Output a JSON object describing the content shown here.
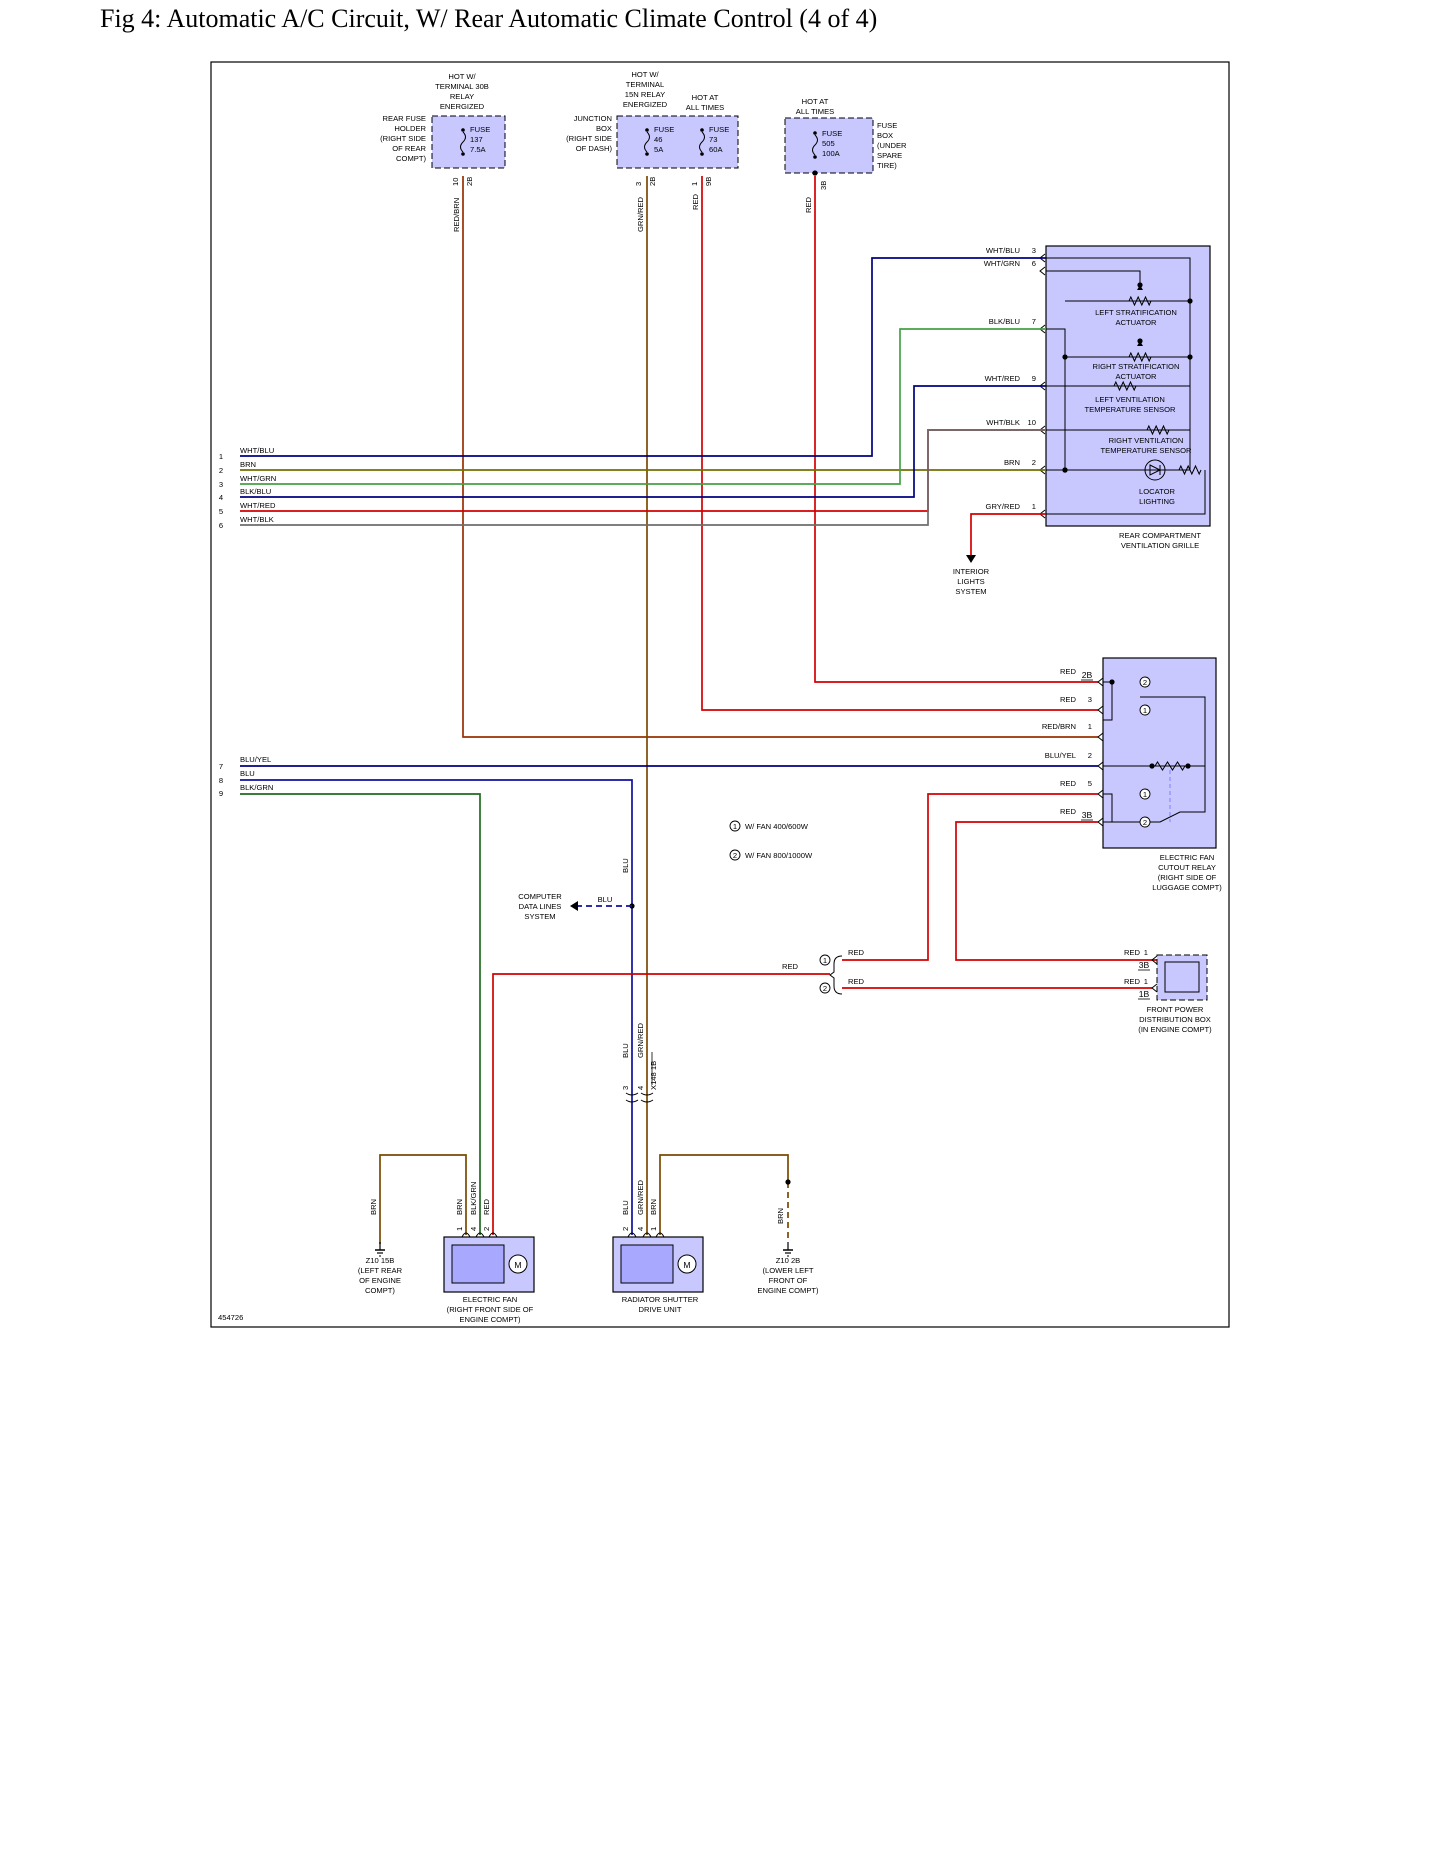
{
  "title": "Fig 4: Automatic A/C Circuit, W/ Rear Automatic Climate Control (4 of 4)",
  "diagram_id": "454726",
  "colors": {
    "box_fill": "#c8c8ff",
    "red": "#d40000",
    "brown": "#7a4a00",
    "red_brown": "#9a3000",
    "blue": "#1010a0",
    "dark_blue": "#000080",
    "green": "#46a046",
    "dark_green": "#1f6b1f",
    "olive": "#707000",
    "gray": "#6d6d6d",
    "black": "#000000"
  },
  "components": {
    "rear_fuse_holder": {
      "hot": [
        "HOT W/",
        "TERMINAL 30B",
        "RELAY",
        "ENERGIZED"
      ],
      "location": [
        "REAR FUSE",
        "HOLDER",
        "(RIGHT SIDE",
        "OF REAR",
        "COMPT)"
      ],
      "fuse": [
        "FUSE",
        "137",
        "7.5A"
      ],
      "pins": [
        "10",
        "2B"
      ]
    },
    "junction_box": {
      "hot_a": [
        "HOT W/",
        "TERMINAL",
        "15N RELAY",
        "ENERGIZED"
      ],
      "hot_b": [
        "HOT AT",
        "ALL TIMES"
      ],
      "location": [
        "JUNCTION",
        "BOX",
        "(RIGHT SIDE",
        "OF DASH)"
      ],
      "fuse_a": [
        "FUSE",
        "46",
        "5A"
      ],
      "fuse_b": [
        "FUSE",
        "73",
        "60A"
      ],
      "pins_a": [
        "3",
        "2B"
      ],
      "pins_b": [
        "1",
        "9B"
      ]
    },
    "fuse_box_spare": {
      "hot": [
        "HOT AT",
        "ALL TIMES"
      ],
      "location": [
        "FUSE",
        "BOX",
        "(UNDER",
        "SPARE",
        "TIRE)"
      ],
      "fuse": [
        "FUSE",
        "505",
        "100A"
      ],
      "pin": "3B"
    },
    "vent_grille": {
      "name": [
        "REAR COMPARTMENT",
        "VENTILATION GRILLE"
      ],
      "left_strat": [
        "LEFT STRATIFICATION",
        "ACTUATOR"
      ],
      "right_strat": [
        "RIGHT STRATIFICATION",
        "ACTUATOR"
      ],
      "left_vent": [
        "LEFT VENTILATION",
        "TEMPERATURE SENSOR"
      ],
      "right_vent": [
        "RIGHT VENTILATION",
        "TEMPERATURE SENSOR"
      ],
      "locator": [
        "LOCATOR",
        "LIGHTING"
      ],
      "pins": [
        {
          "wire": "WHT/BLU",
          "pin": "3"
        },
        {
          "wire": "WHT/GRN",
          "pin": "6"
        },
        {
          "wire": "BLK/BLU",
          "pin": "7"
        },
        {
          "wire": "WHT/RED",
          "pin": "9"
        },
        {
          "wire": "WHT/BLK",
          "pin": "10"
        },
        {
          "wire": "BRN",
          "pin": "2"
        },
        {
          "wire": "GRY/RED",
          "pin": "1"
        }
      ]
    },
    "interior_lights": [
      "INTERIOR",
      "LIGHTS",
      "SYSTEM"
    ],
    "fan_relay": {
      "name": [
        "ELECTRIC FAN",
        "CUTOUT RELAY",
        "(RIGHT SIDE OF",
        "LUGGAGE COMPT)"
      ],
      "pins": [
        {
          "wire": "RED",
          "pin": "2B"
        },
        {
          "wire": "RED",
          "pin": "3"
        },
        {
          "wire": "RED/BRN",
          "pin": "1"
        },
        {
          "wire": "BLU/YEL",
          "pin": "2"
        },
        {
          "wire": "RED",
          "pin": "5"
        },
        {
          "wire": "RED",
          "pin": "3B"
        }
      ]
    },
    "notes": [
      {
        "num": "1",
        "text": "W/ FAN 400/600W"
      },
      {
        "num": "2",
        "text": "W/ FAN 800/1000W"
      }
    ],
    "computer_data": [
      "COMPUTER",
      "DATA LINES",
      "SYSTEM"
    ],
    "front_power": {
      "name": [
        "FRONT POWER",
        "DISTRIBUTION BOX",
        "(IN ENGINE COMPT)"
      ],
      "pins": [
        {
          "wire": "RED",
          "pin": "1",
          "conn": "3B"
        },
        {
          "wire": "RED",
          "pin": "1",
          "conn": "1B"
        }
      ]
    },
    "inline_connector": "X148 1B",
    "ground_left": [
      "Z10 15B",
      "(LEFT REAR",
      "OF ENGINE",
      "COMPT)"
    ],
    "ground_right": [
      "Z10 2B",
      "(LOWER LEFT",
      "FRONT OF",
      "ENGINE COMPT)"
    ],
    "electric_fan": {
      "name": [
        "ELECTRIC FAN",
        "(RIGHT FRONT SIDE OF",
        "ENGINE COMPT)"
      ],
      "pins": [
        "1",
        "4",
        "2"
      ],
      "wires": [
        "BRN",
        "BLK/GRN",
        "RED"
      ]
    },
    "radiator_shutter": {
      "name": [
        "RADIATOR SHUTTER",
        "DRIVE UNIT"
      ],
      "pins": [
        "2",
        "4",
        "1"
      ],
      "wires": [
        "BLU",
        "GRN/RED",
        "BRN"
      ]
    },
    "motor_symbol": "M"
  },
  "left_wires": [
    {
      "num": "1",
      "name": "WHT/BLU"
    },
    {
      "num": "2",
      "name": "BRN"
    },
    {
      "num": "3",
      "name": "WHT/GRN"
    },
    {
      "num": "4",
      "name": "BLK/BLU"
    },
    {
      "num": "5",
      "name": "WHT/RED"
    },
    {
      "num": "6",
      "name": "WHT/BLK"
    },
    {
      "num": "7",
      "name": "BLU/YEL"
    },
    {
      "num": "8",
      "name": "BLU"
    },
    {
      "num": "9",
      "name": "BLK/GRN"
    }
  ],
  "wire_labels": {
    "red_brn": "RED/BRN",
    "grn_red": "GRN/RED",
    "red": "RED",
    "blu": "BLU",
    "brn": "BRN",
    "pin_3": "3",
    "pin_4": "4"
  }
}
